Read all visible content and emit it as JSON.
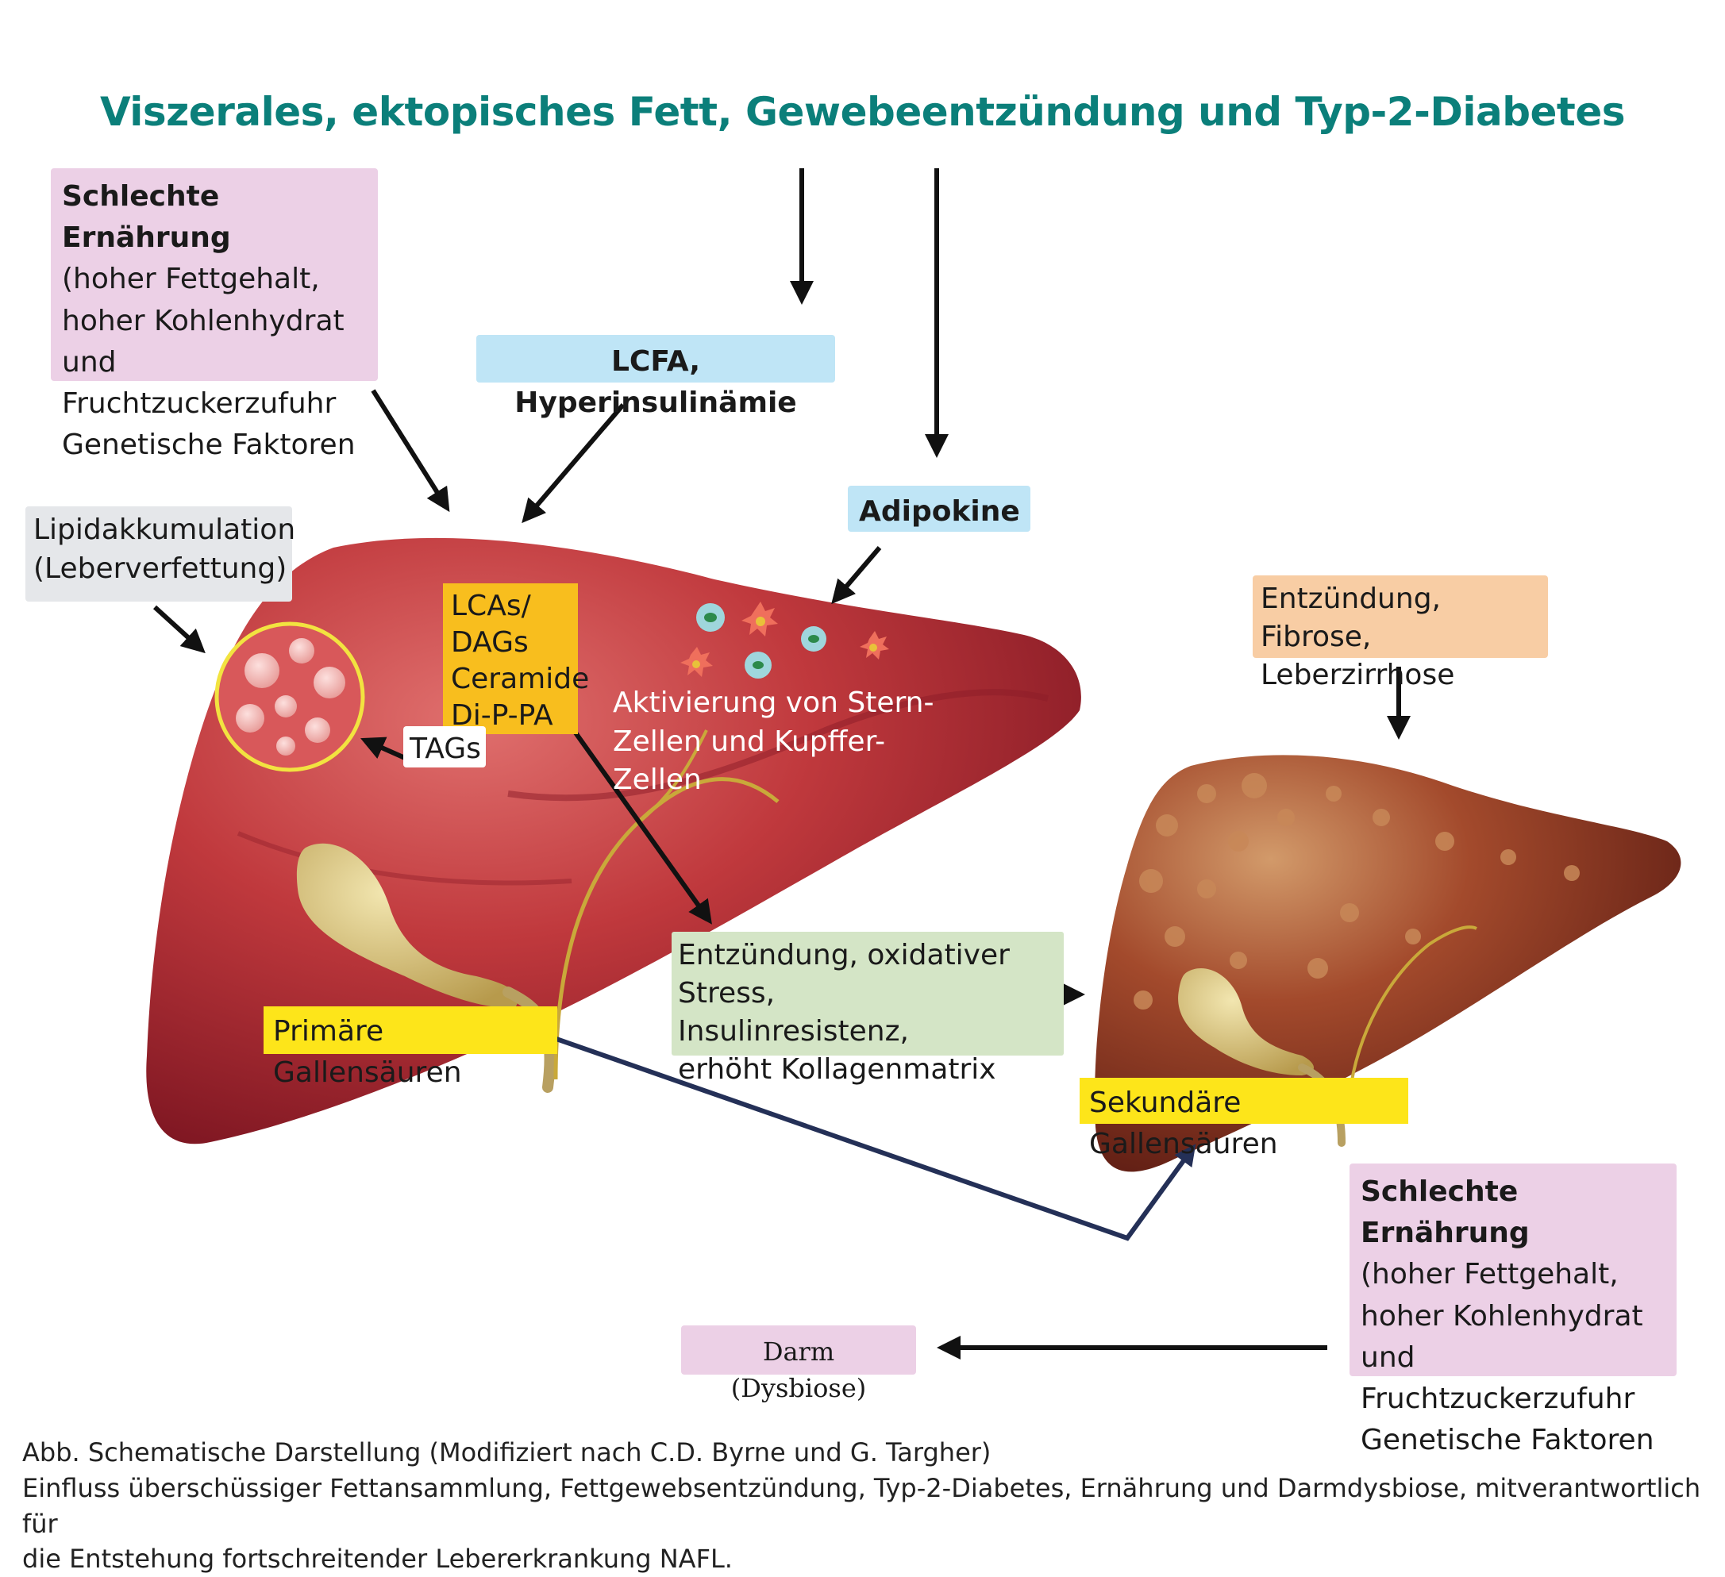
{
  "title": "Viszerales, ektopisches Fett, Gewebeentzündung und Typ-2-Diabetes",
  "diet_box_top": {
    "heading": "Schlechte Ernährung",
    "lines": [
      "(hoher Fettgehalt,",
      "hoher Kohlenhydrat und",
      "Fruchtzuckerzufuhr",
      "Genetische Faktoren"
    ]
  },
  "lcfa_label": "LCFA, Hyperinsulinämie",
  "adipokine_label": "Adipokine",
  "lipid_box": {
    "lines": [
      "Lipidakkumulation",
      "(Leberverfettung)"
    ]
  },
  "lipid_list": {
    "lines": [
      "LCAs/",
      "DAGs",
      "Ceramide",
      "Di-P-PA"
    ]
  },
  "tags_label": "TAGs",
  "activation_text": {
    "lines": [
      "Aktivierung von Stern-",
      "Zellen und Kupffer-Zellen"
    ]
  },
  "inflammation_box": {
    "lines": [
      "Entzündung, oxidativer Stress,",
      "Insulinresistenz,",
      "erhöht Kollagenmatrix"
    ]
  },
  "fibrosis_box": {
    "lines": [
      "Entzündung, Fibrose,",
      "Leberzirrhose"
    ]
  },
  "primary_bile": "Primäre Gallensäuren",
  "secondary_bile": "Sekundäre Gallensäuren",
  "diet_box_bottom": {
    "heading": "Schlechte Ernährung",
    "lines": [
      "(hoher Fettgehalt,",
      "hoher Kohlenhydrat und",
      "Fruchtzuckerzufuhr",
      "Genetische Faktoren"
    ]
  },
  "gut_label": "Darm (Dysbiose)",
  "caption": {
    "lines": [
      "Abb. Schematische Darstellung (Modifiziert nach C.D. Byrne und G. Targher)",
      "Einfluss überschüssiger Fettansammlung, Fettgewebsentzündung, Typ-2-Diabetes, Ernährung und Darmdysbiose, mitverantwortlich für",
      "die Entstehung fortschreitender Lebererkrankung NAFL."
    ]
  },
  "colors": {
    "title": "#0b7f7a",
    "healthy_liver": "#b8343a",
    "cirrhotic_liver": "#9a3a26",
    "gallbladder": "#d9c27a",
    "arrow": "#111111",
    "bile_arrow": "#243057"
  }
}
